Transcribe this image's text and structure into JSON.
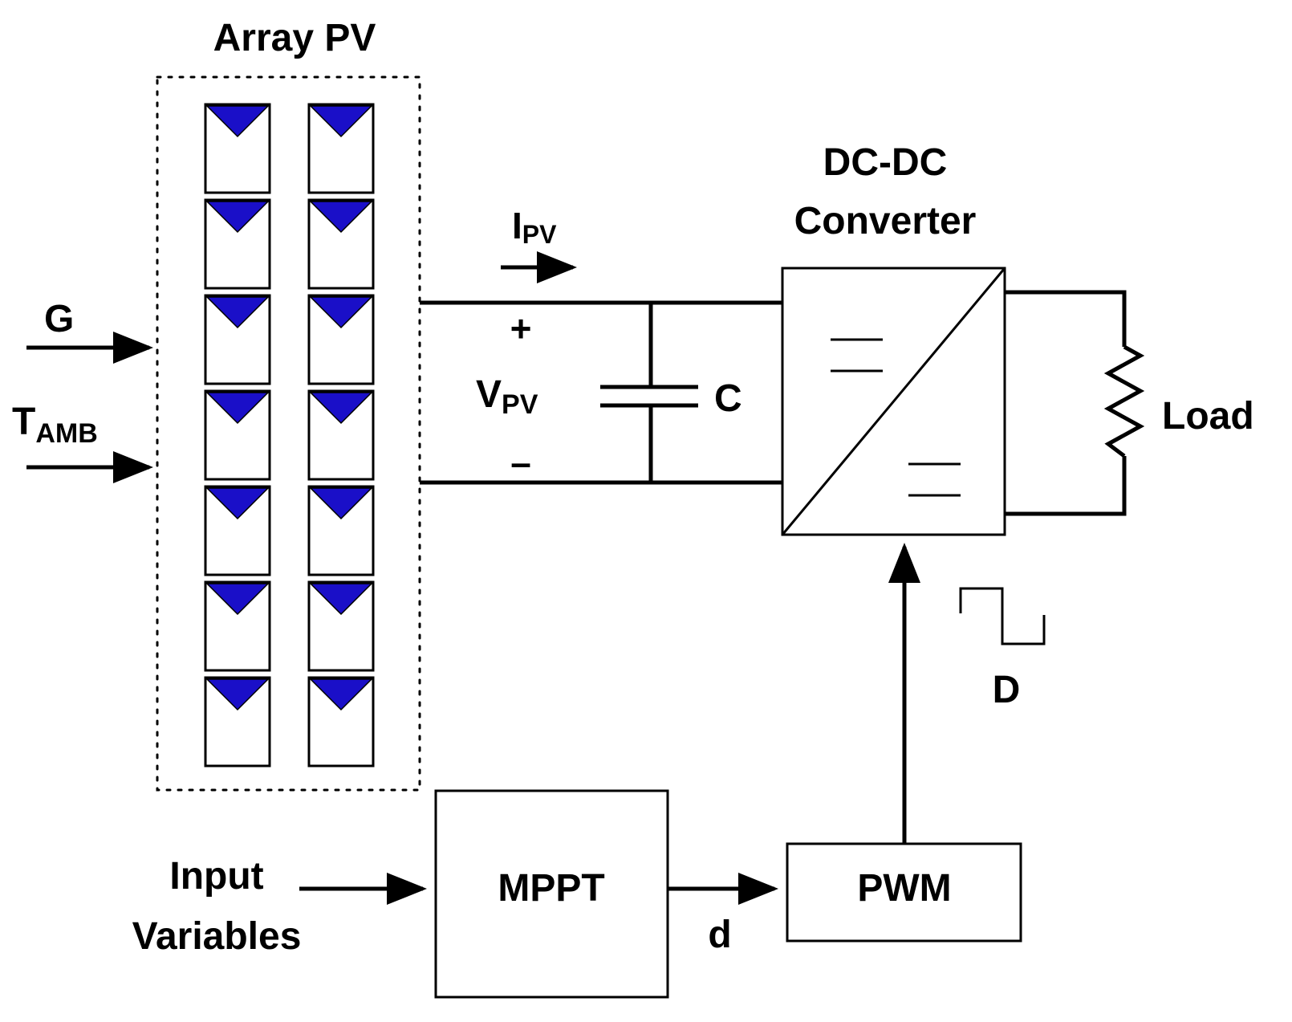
{
  "labels": {
    "array_title": "Array PV",
    "irradiance": "G",
    "ambient_temp": "T",
    "ambient_temp_sub": "AMB",
    "current": "I",
    "current_sub": "PV",
    "voltage": "V",
    "voltage_sub": "PV",
    "plus": "+",
    "minus": "–",
    "capacitor": "C",
    "converter_line1": "DC-DC",
    "converter_line2": "Converter",
    "load": "Load",
    "duty": "D",
    "mppt": "MPPT",
    "pwm": "PWM",
    "duty_signal": "d",
    "inputs_line1": "Input",
    "inputs_line2": "Variables"
  },
  "pv_array": {
    "columns": 2,
    "rows": 7
  },
  "colors": {
    "cell_fill": "#1a0fc8",
    "line": "#000000"
  }
}
